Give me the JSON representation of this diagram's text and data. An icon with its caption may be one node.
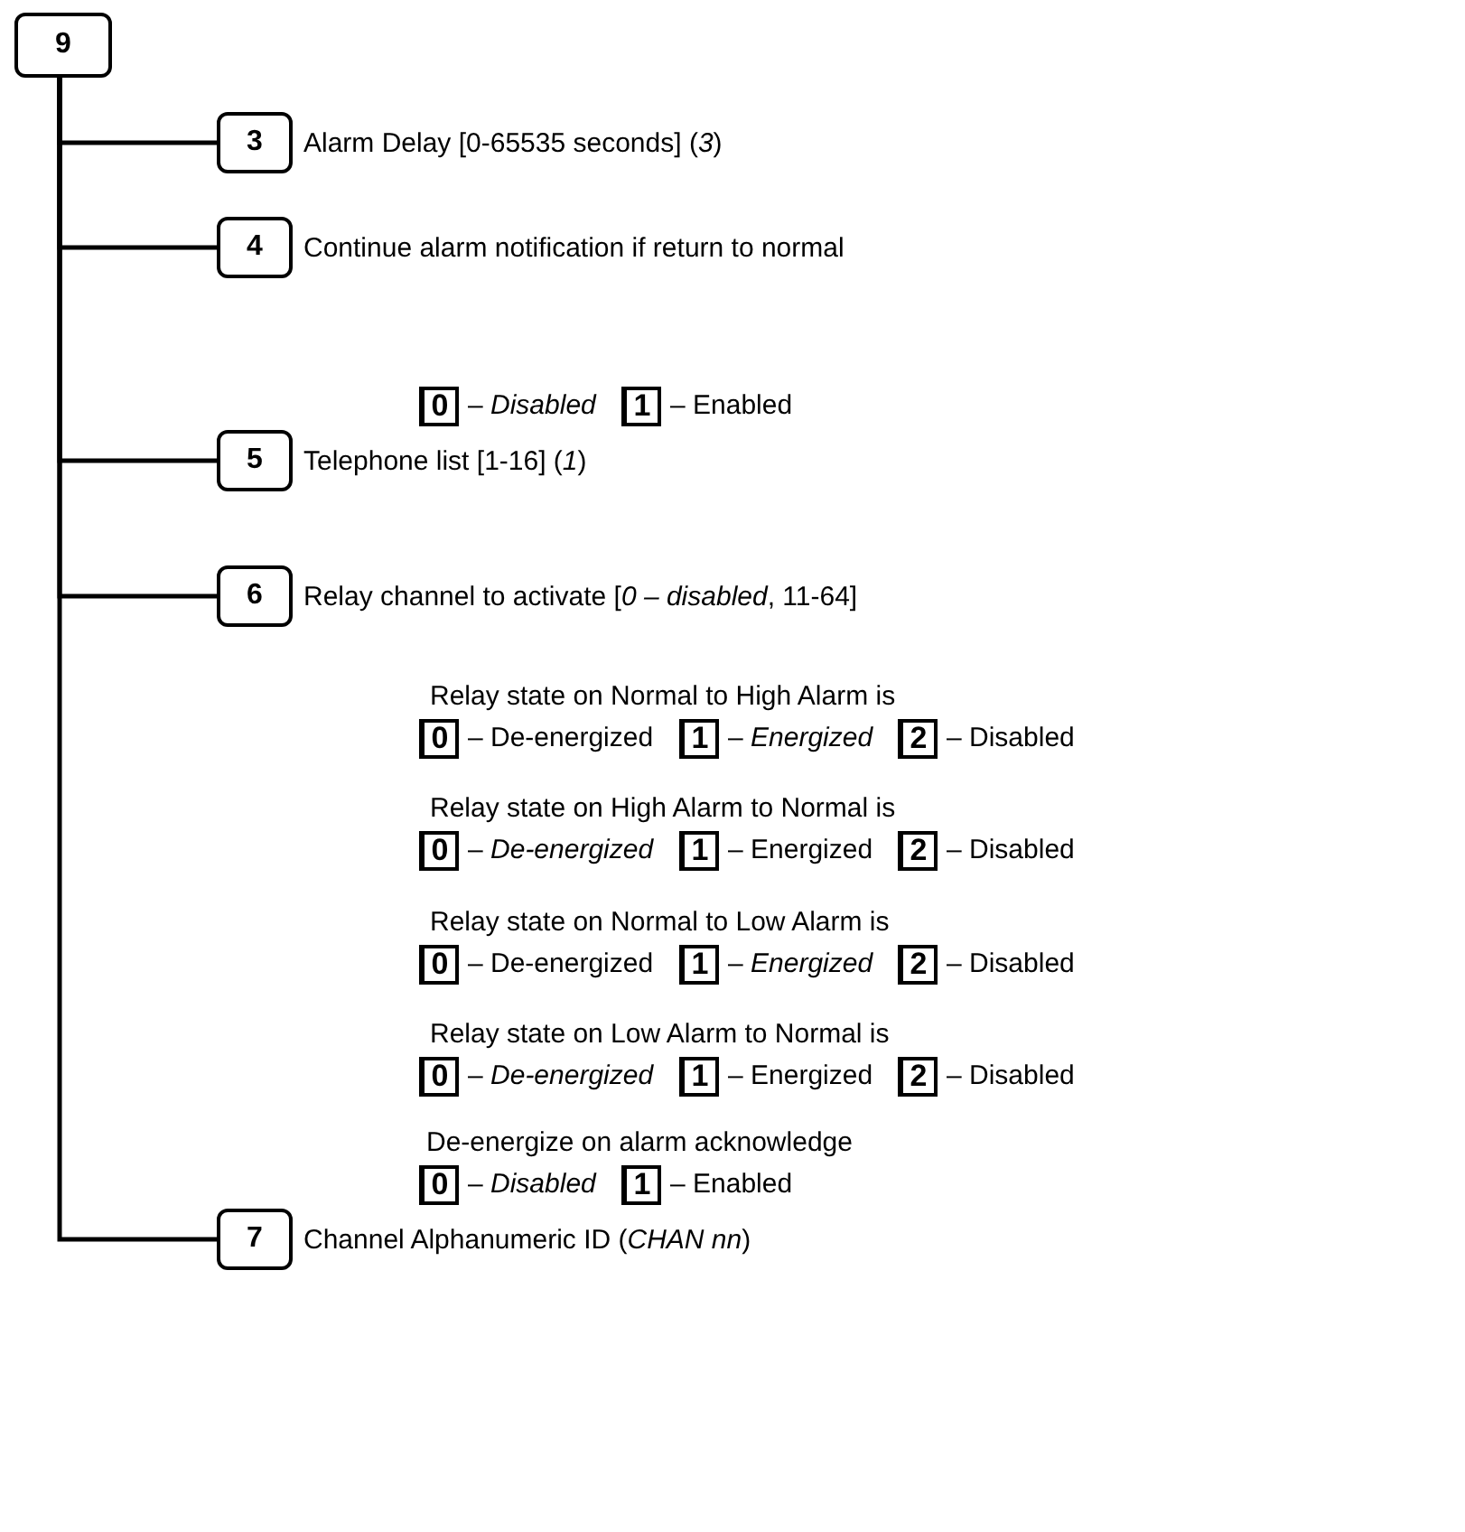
{
  "diagram": {
    "nodes": [
      {
        "text": [
          "9"
        ]
      },
      {
        "text": [
          "3"
        ],
        "beside": [
          "Alarm Delay [0-65535 seconds] (*3*)"
        ]
      },
      {
        "text": [
          "4"
        ],
        "beside": [
          "Continue alarm notification if return to normal"
        ]
      },
      {
        "text": [
          "0"
        ],
        "beside": [
          "– *Disabled*"
        ]
      },
      {
        "text": [
          "1"
        ],
        "beside": [
          "– Enabled"
        ]
      },
      {
        "text": [
          "5"
        ],
        "beside": [
          "Telephone list [1-16] (*1*)"
        ]
      },
      {
        "text": [
          "6"
        ],
        "beside": [
          "Relay channel to activate [*0 – disabled*, 11-64]"
        ]
      },
      {
        "text": [
          "0"
        ],
        "beside": [
          "– De-energized"
        ]
      },
      {
        "text": [
          "1"
        ],
        "beside": [
          "– *Energized*"
        ]
      },
      {
        "text": [
          "2"
        ],
        "beside": [
          "– Disabled"
        ]
      },
      {
        "text": [
          "0"
        ],
        "beside": [
          "– *De-energized*"
        ]
      },
      {
        "text": [
          "1"
        ],
        "beside": [
          "– Energized"
        ]
      },
      {
        "text": [
          "2"
        ],
        "beside": [
          "– Disabled"
        ]
      },
      {
        "text": [
          "0"
        ],
        "beside": [
          "– De-energized"
        ]
      },
      {
        "text": [
          "1"
        ],
        "beside": [
          "– *Energized*"
        ]
      },
      {
        "text": [
          "2"
        ],
        "beside": [
          "– Disabled"
        ]
      },
      {
        "text": [
          "0"
        ],
        "beside": [
          "– *De-energized*"
        ]
      },
      {
        "text": [
          "1"
        ],
        "beside": [
          "– Energized"
        ]
      },
      {
        "text": [
          "2"
        ],
        "beside": [
          "– Disabled"
        ]
      },
      {
        "text": [
          "0"
        ],
        "beside": [
          "– *Disabled*"
        ]
      },
      {
        "text": [
          "1"
        ],
        "beside": [
          "– Enabled"
        ]
      },
      {
        "text": [
          "7"
        ],
        "beside": [
          "Channel Alphanumeric ID (*CHAN nn*)"
        ]
      }
    ],
    "edges": [
      {
        "from": 0,
        "to": 1,
        "arrow": "none"
      },
      {
        "from": 0,
        "to": 2,
        "arrow": "none"
      },
      {
        "from": 0,
        "to": 5,
        "arrow": "none"
      },
      {
        "from": 0,
        "to": 6,
        "arrow": "none"
      },
      {
        "from": 0,
        "to": 21,
        "arrow": "none"
      }
    ],
    "labels": [
      "Relay state on Normal to High Alarm is",
      "Relay state on High Alarm to Normal is",
      "Relay state on Normal to Low Alarm is",
      "Relay state on Low Alarm to Normal is",
      "De-energize on alarm acknowledge"
    ]
  }
}
